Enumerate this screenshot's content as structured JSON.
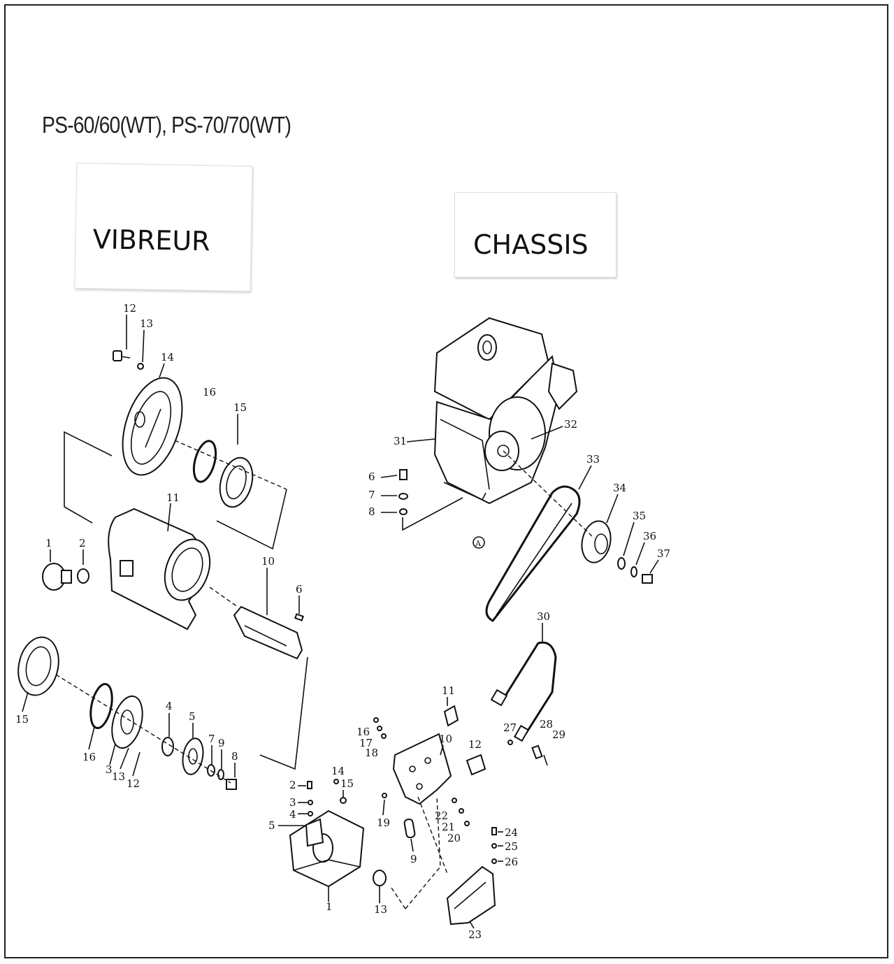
{
  "title": "PS-60/60(WT), PS-70/70(WT)",
  "sections": {
    "vibreur": "VIBREUR",
    "chassis": "CHASSIS"
  },
  "vibreur_labels": [
    "12",
    "13",
    "14",
    "16",
    "15",
    "11",
    "1",
    "2",
    "10",
    "6",
    "15",
    "16",
    "4",
    "5",
    "7",
    "9",
    "8",
    "3",
    "13",
    "12"
  ],
  "chassis_labels": [
    "31",
    "32",
    "6",
    "7",
    "8",
    "A",
    "33",
    "34",
    "35",
    "36",
    "37",
    "30",
    "11",
    "16",
    "17",
    "18",
    "10",
    "12",
    "27",
    "28",
    "29",
    "14",
    "15",
    "2",
    "3",
    "4",
    "5",
    "19",
    "22",
    "21",
    "20",
    "9",
    "24",
    "25",
    "26",
    "1",
    "13",
    "23"
  ]
}
